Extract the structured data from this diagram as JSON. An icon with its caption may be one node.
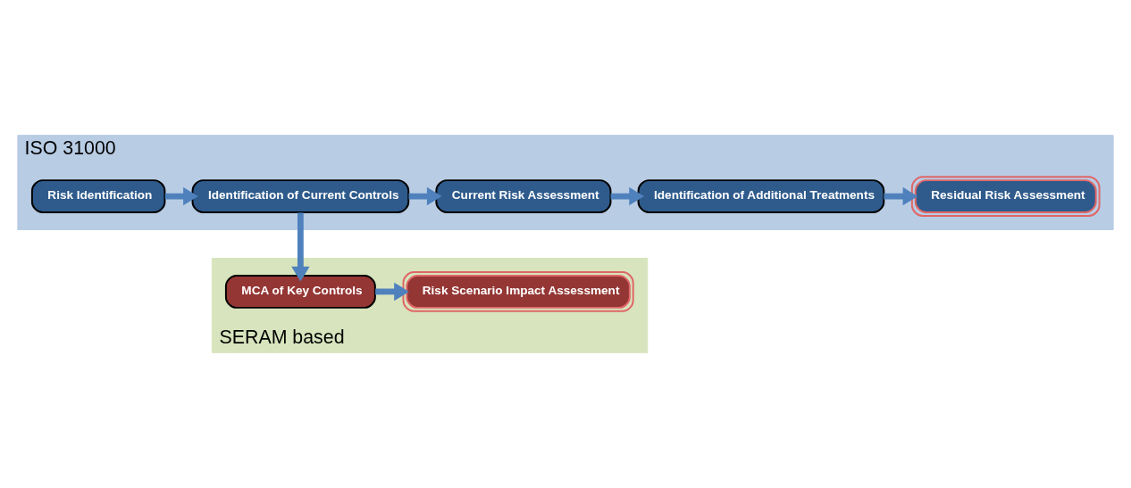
{
  "diagram": {
    "nodes": [
      {
        "text": [
          "ISO 31000"
        ]
      },
      {
        "text": [
          "Risk Identification"
        ],
        "in": 0
      },
      {
        "text": [
          "Identification of Current Controls"
        ],
        "in": 0
      },
      {
        "text": [
          "Current Risk Assessment"
        ],
        "in": 0
      },
      {
        "text": [
          "Identification of Additional Treatments"
        ],
        "in": 0
      },
      {
        "text": [
          "Residual Risk Assessment"
        ],
        "in": 0
      },
      {
        "text": [
          "SERAM based"
        ]
      },
      {
        "text": [
          "MCA of Key Controls"
        ],
        "in": 6
      },
      {
        "text": [
          "Risk Scenario Impact Assessment"
        ],
        "in": 6
      }
    ],
    "edges": [
      {
        "from": 1,
        "to": 2,
        "arrow": "to"
      },
      {
        "from": 2,
        "to": 3,
        "arrow": "to"
      },
      {
        "from": 3,
        "to": 4,
        "arrow": "to"
      },
      {
        "from": 4,
        "to": 5,
        "arrow": "to"
      },
      {
        "from": 2,
        "to": 7,
        "arrow": "to"
      },
      {
        "from": 7,
        "to": 8,
        "arrow": "to"
      }
    ]
  }
}
